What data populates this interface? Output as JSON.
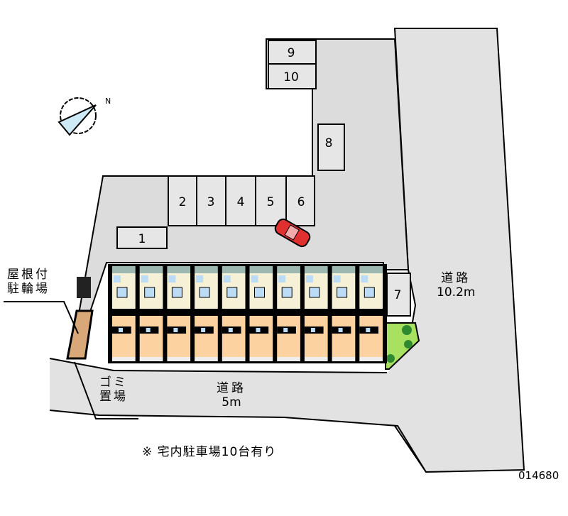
{
  "labels": {
    "bicycle_parking": [
      "屋根付",
      "駐輪場"
    ],
    "garbage": [
      "ゴミ",
      "置場"
    ],
    "road_bottom": [
      "道路",
      "5m"
    ],
    "road_right": [
      "道路",
      "10.2m"
    ],
    "note": "※ 宅内駐車場10台有り",
    "code": "014680"
  },
  "parking_spaces": [
    "1",
    "2",
    "3",
    "4",
    "5",
    "6",
    "7",
    "8",
    "9",
    "10"
  ],
  "unit_count": 10,
  "colors": {
    "road": "#e2e2e2",
    "unit_floor": "#fcd3a0",
    "unit_upper": "#f6f0d6",
    "green": "#a8e060",
    "car": "#e03030",
    "bike": "#d9a878"
  },
  "icons": {
    "compass": "north-arrow-icon",
    "car": "car-icon"
  }
}
